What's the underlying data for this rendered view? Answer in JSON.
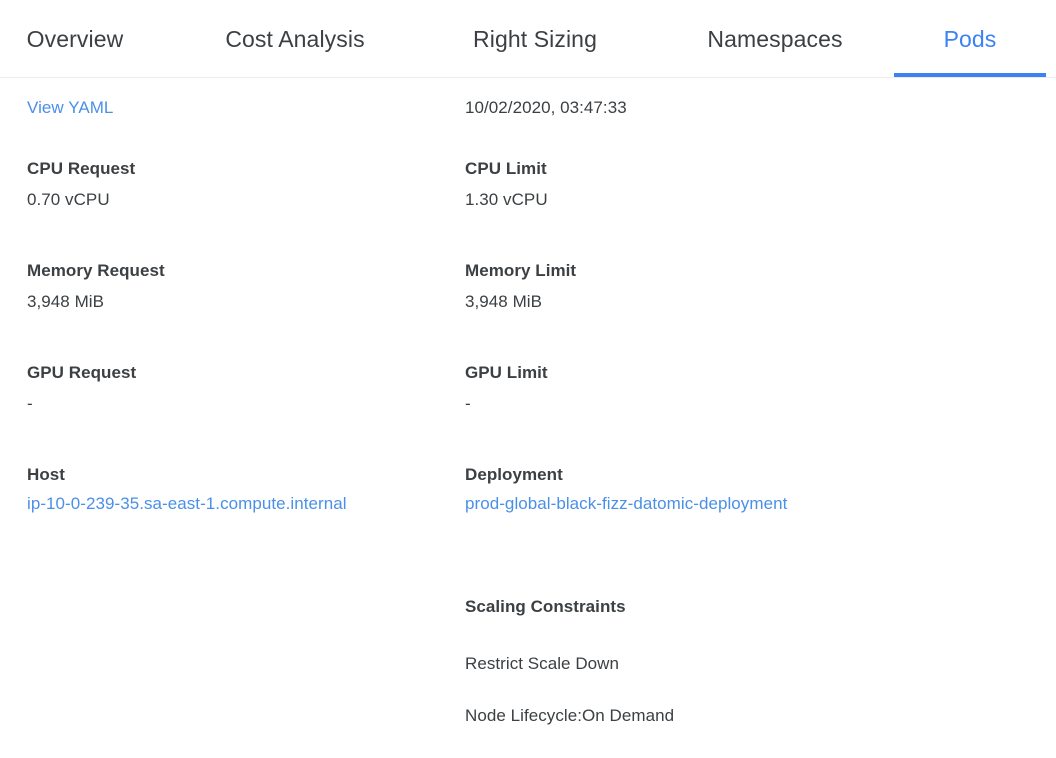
{
  "tabs": [
    {
      "label": "Overview",
      "active": false
    },
    {
      "label": "Cost Analysis",
      "active": false
    },
    {
      "label": "Right Sizing",
      "active": false
    },
    {
      "label": "Namespaces",
      "active": false
    },
    {
      "label": "Pods",
      "active": true
    }
  ],
  "colors": {
    "accent": "#3b82f6",
    "link": "#4a90e8",
    "text": "#3c4043",
    "border": "#ececec",
    "background": "#ffffff"
  },
  "left_column": {
    "view_yaml_link": "View YAML",
    "cpu_request_label": "CPU Request",
    "cpu_request_value": "0.70 vCPU",
    "memory_request_label": "Memory Request",
    "memory_request_value": "3,948 MiB",
    "gpu_request_label": "GPU Request",
    "gpu_request_value": "-",
    "host_label": "Host",
    "host_value": "ip-10-0-239-35.sa-east-1.compute.internal"
  },
  "right_column": {
    "timestamp": "10/02/2020, 03:47:33",
    "cpu_limit_label": "CPU Limit",
    "cpu_limit_value": "1.30 vCPU",
    "memory_limit_label": "Memory Limit",
    "memory_limit_value": "3,948 MiB",
    "gpu_limit_label": "GPU Limit",
    "gpu_limit_value": "-",
    "deployment_label": "Deployment",
    "deployment_value": "prod-global-black-fizz-datomic-deployment",
    "scaling_constraints_label": "Scaling Constraints",
    "scaling_constraint_1": "Restrict Scale Down",
    "scaling_constraint_2": "Node Lifecycle:On Demand"
  }
}
